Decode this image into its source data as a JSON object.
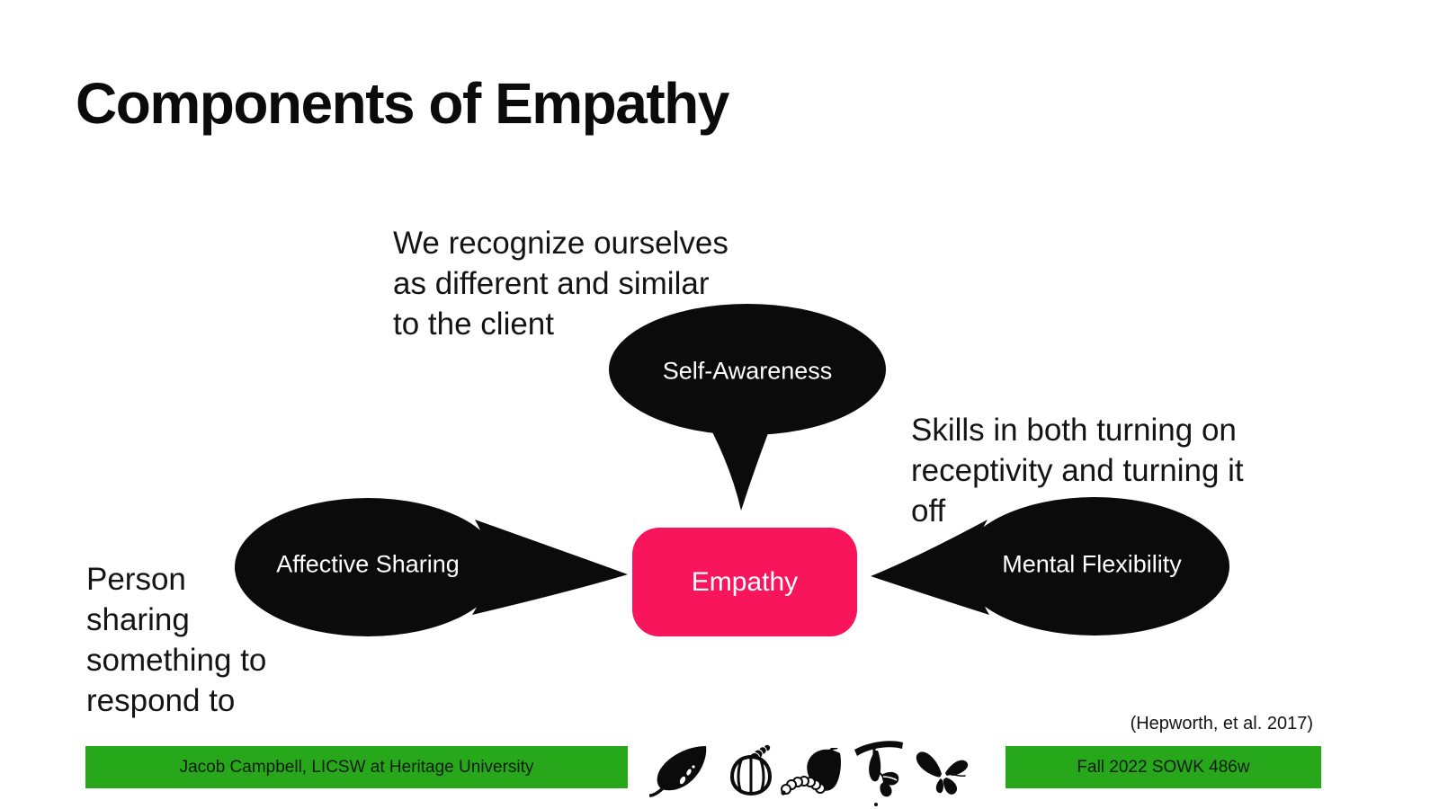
{
  "slide": {
    "title": "Components of Empathy",
    "citation": "(Hepworth, et al. 2017)",
    "footer": {
      "left": "Jacob Campbell, LICSW at Heritage University",
      "right": "Fall 2022 SOWK 486w"
    }
  },
  "diagram": {
    "center_label": "Empathy",
    "bubbles": [
      {
        "position": "top",
        "label": "Self-Awareness",
        "annotation": "We recognize ourselves\nas different and similar\nto the client"
      },
      {
        "position": "left",
        "label": "Affective Sharing",
        "annotation": "Person\nsharing\nsomething to\nrespond to"
      },
      {
        "position": "right",
        "label": "Mental Flexibility",
        "annotation": "Skills in both turning on\nreceptivity and turning it\noff"
      }
    ]
  },
  "icons": {
    "lifecycle": [
      "leaf-with-eggs",
      "hatching-egg",
      "caterpillar",
      "chrysalis",
      "butterfly"
    ]
  },
  "colors": {
    "empathy_pink": "#F8155C",
    "footer_green": "#27A81A",
    "bubble_black": "#0B0B0B"
  }
}
